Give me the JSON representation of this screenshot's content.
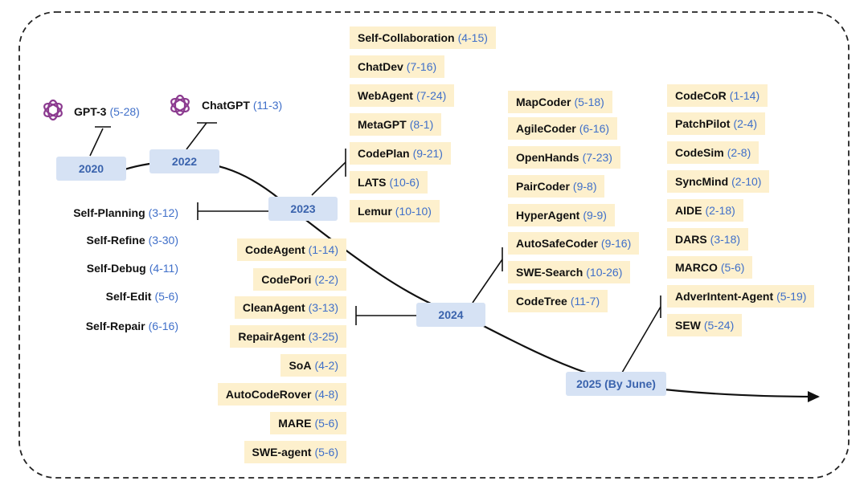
{
  "years": {
    "y2020": "2020",
    "y2022": "2022",
    "y2023": "2023",
    "y2024": "2024",
    "y2025": "2025 (By June)"
  },
  "gpt3": {
    "name": "GPT-3",
    "date": "(5-28)"
  },
  "chatgpt": {
    "name": "ChatGPT",
    "date": "(11-3)"
  },
  "self_methods": [
    {
      "name": "Self-Planning",
      "date": "(3-12)"
    },
    {
      "name": "Self-Refine",
      "date": "(3-30)"
    },
    {
      "name": "Self-Debug",
      "date": "(4-11)"
    },
    {
      "name": "Self-Edit",
      "date": "(5-6)"
    },
    {
      "name": "Self-Repair",
      "date": "(6-16)"
    }
  ],
  "agents_2023": [
    {
      "name": "Self-Collaboration",
      "date": "(4-15)"
    },
    {
      "name": "ChatDev",
      "date": "(7-16)"
    },
    {
      "name": "WebAgent",
      "date": "(7-24)"
    },
    {
      "name": "MetaGPT",
      "date": "(8-1)"
    },
    {
      "name": "CodePlan",
      "date": "(9-21)"
    },
    {
      "name": "LATS",
      "date": "(10-6)"
    },
    {
      "name": "Lemur",
      "date": "(10-10)"
    }
  ],
  "agents_2024_left": [
    {
      "name": "CodeAgent",
      "date": "(1-14)"
    },
    {
      "name": "CodePori",
      "date": "(2-2)"
    },
    {
      "name": "CleanAgent",
      "date": "(3-13)"
    },
    {
      "name": "RepairAgent",
      "date": "(3-25)"
    },
    {
      "name": "SoA",
      "date": "(4-2)"
    },
    {
      "name": "AutoCodeRover",
      "date": "(4-8)"
    },
    {
      "name": "MARE",
      "date": "(5-6)"
    },
    {
      "name": "SWE-agent",
      "date": "(5-6)"
    }
  ],
  "agents_2024_right": [
    {
      "name": "MapCoder",
      "date": "(5-18)"
    },
    {
      "name": "AgileCoder",
      "date": "(6-16)"
    },
    {
      "name": "OpenHands",
      "date": "(7-23)"
    },
    {
      "name": "PairCoder",
      "date": "(9-8)"
    },
    {
      "name": "HyperAgent",
      "date": "(9-9)"
    },
    {
      "name": "AutoSafeCoder",
      "date": "(9-16)"
    },
    {
      "name": "SWE-Search",
      "date": "(10-26)"
    },
    {
      "name": "CodeTree",
      "date": "(11-7)"
    }
  ],
  "agents_2025": [
    {
      "name": "CodeCoR",
      "date": "(1-14)"
    },
    {
      "name": "PatchPilot",
      "date": "(2-4)"
    },
    {
      "name": "CodeSim",
      "date": "(2-8)"
    },
    {
      "name": "SyncMind",
      "date": "(2-10)"
    },
    {
      "name": "AIDE",
      "date": "(2-18)"
    },
    {
      "name": "DARS",
      "date": "(3-18)"
    },
    {
      "name": "MARCO",
      "date": "(5-6)"
    },
    {
      "name": "AdverIntent-Agent",
      "date": "(5-19)"
    },
    {
      "name": "SEW",
      "date": "(5-24)"
    }
  ],
  "colors": {
    "tag_bg": "#fdf0cd",
    "year_bg": "#d6e2f4",
    "year_text": "#3a63ad",
    "date_text": "#3f6fc9",
    "logo": "#8b3a8f"
  },
  "icons": {
    "openai_logo": "openai-logo-icon"
  }
}
